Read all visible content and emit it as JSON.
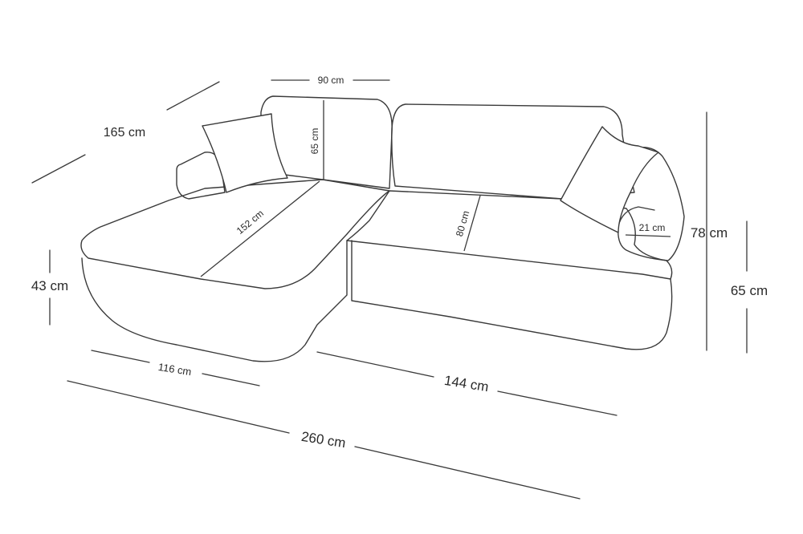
{
  "labels": {
    "back_width": "90 cm",
    "back_height": "65 cm",
    "chaise_depth": "165 cm",
    "chaise_length": "152 cm",
    "seat_depth": "80 cm",
    "arm_width": "21 cm",
    "total_height": "78 cm",
    "seat_back_height": "65 cm",
    "seat_height": "43 cm",
    "chaise_width": "116 cm",
    "sofa_width": "144 cm",
    "total_width": "260 cm"
  },
  "colors": {
    "line": "#3a3a3a",
    "text": "#2a2a2a",
    "background": "#ffffff"
  }
}
